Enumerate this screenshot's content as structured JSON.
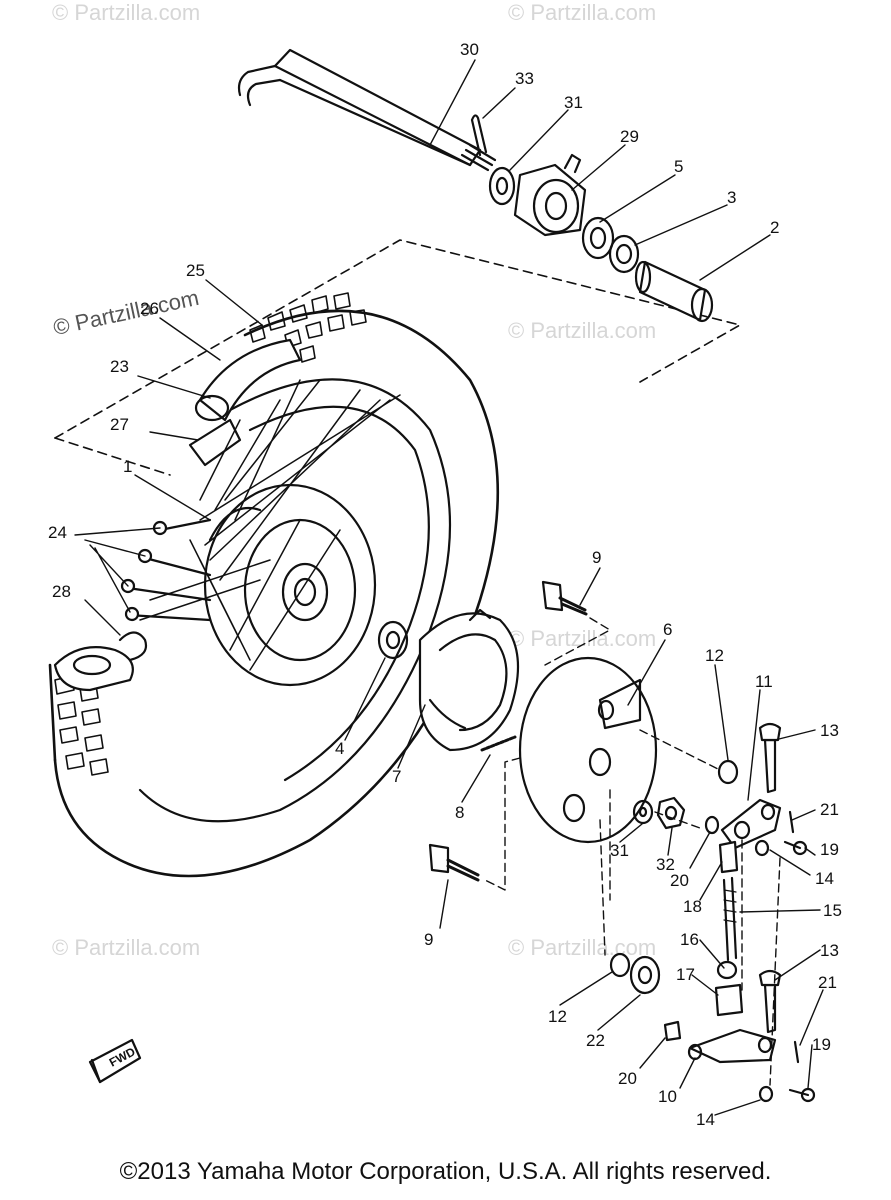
{
  "watermark": "© Partzilla.com",
  "callouts": [
    "30",
    "33",
    "31",
    "29",
    "5",
    "3",
    "2",
    "25",
    "26",
    "23",
    "27",
    "1",
    "24",
    "28",
    "9",
    "6",
    "12",
    "11",
    "13",
    "21",
    "19",
    "14",
    "4",
    "7",
    "8",
    "31",
    "32",
    "20",
    "18",
    "15",
    "16",
    "13",
    "17",
    "21",
    "12",
    "22",
    "20",
    "10",
    "14",
    "19",
    "9"
  ],
  "fwd_label": "FWD",
  "copyright": "©2013 Yamaha Motor Corporation, U.S.A. All rights reserved."
}
